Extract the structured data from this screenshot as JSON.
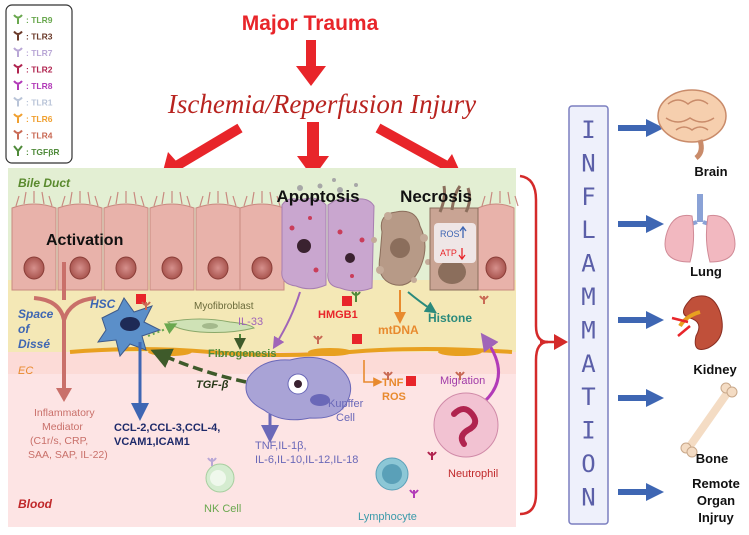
{
  "colors": {
    "red": "#e8252a",
    "blue_arrow": "#3e66b3",
    "bile_band": "#dfeccb",
    "disse_band": "#f2e6b0",
    "blood_band": "#fde3e3",
    "inflammation_box": "#eef0fb",
    "inflammation_text": "#5b5fa8"
  },
  "legend": [
    {
      "label": ": TLR9",
      "color": "#6aa84f",
      "icon": "tlr-receptor-icon"
    },
    {
      "label": ": TLR3",
      "color": "#6b3a2a",
      "icon": "tlr-receptor-icon"
    },
    {
      "label": ": TLR7",
      "color": "#b9a7d6",
      "icon": "tlr-receptor-icon"
    },
    {
      "label": ": TLR2",
      "color": "#b0244f",
      "icon": "tlr-receptor-icon"
    },
    {
      "label": ": TLR8",
      "color": "#b23bb8",
      "icon": "tlr-receptor-icon"
    },
    {
      "label": ": TLR1",
      "color": "#b9c4d8",
      "icon": "tlr-receptor-icon"
    },
    {
      "label": ": TLR6",
      "color": "#f0a030",
      "icon": "tlr-receptor-icon"
    },
    {
      "label": ": TLR4",
      "color": "#c96a55",
      "icon": "tlr-receptor-icon"
    },
    {
      "label": ": TGFβR",
      "color": "#4f8a3a",
      "icon": "tgf-receptor-icon"
    }
  ],
  "title": "Major Trauma",
  "subtitle": "Ischemia/Reperfusion Injury",
  "zones": {
    "bile_duct": "Bile Duct",
    "space_of_disse": [
      "Space",
      "of",
      "Dissé"
    ],
    "ec": "EC",
    "blood": "Blood"
  },
  "processes": {
    "activation": "Activation",
    "apoptosis": "Apoptosis",
    "necrosis": "Necrosis",
    "ros": "ROS",
    "atp": "ATP"
  },
  "cells": {
    "hsc": "HSC",
    "myofibroblast": "Myofibroblast",
    "fibrogenesis": "Fibrogenesis",
    "kupffer": [
      "Kupffer",
      "Cell"
    ],
    "nk": "NK Cell",
    "lymphocyte": "Lymphocyte",
    "neutrophil": "Neutrophil"
  },
  "molecules": {
    "il33": "IL-33",
    "hmgb1": "HMGB1",
    "mtdna": "mtDNA",
    "histone": "Histone",
    "tgfb": "TGF-β",
    "tnf_ros": [
      "TNF",
      "ROS"
    ],
    "migration": "Migration",
    "ccl": [
      "CCL-2,CCL-3,CCL-4,",
      "VCAM1,ICAM1"
    ],
    "tnf_il": [
      "TNF,IL-1β,",
      "IL-6,IL-10,IL-12,IL-18"
    ],
    "inflammatory_mediator": [
      "Inflammatory",
      "Mediator",
      "(C1r/s, CRP,",
      "SAA, SAP, IL-22)"
    ]
  },
  "inflammation_letters": [
    "I",
    "N",
    "F",
    "L",
    "A",
    "M",
    "M",
    "A",
    "T",
    "I",
    "O",
    "N"
  ],
  "organs": [
    {
      "label": "Brain",
      "icon": "brain-icon"
    },
    {
      "label": "Lung",
      "icon": "lung-icon"
    },
    {
      "label": "Kidney",
      "icon": "kidney-icon"
    },
    {
      "label": "Bone",
      "icon": "bone-icon"
    },
    {
      "label": [
        "Remote",
        "Organ",
        "Injruy"
      ],
      "icon": "remote-organ-icon"
    }
  ]
}
